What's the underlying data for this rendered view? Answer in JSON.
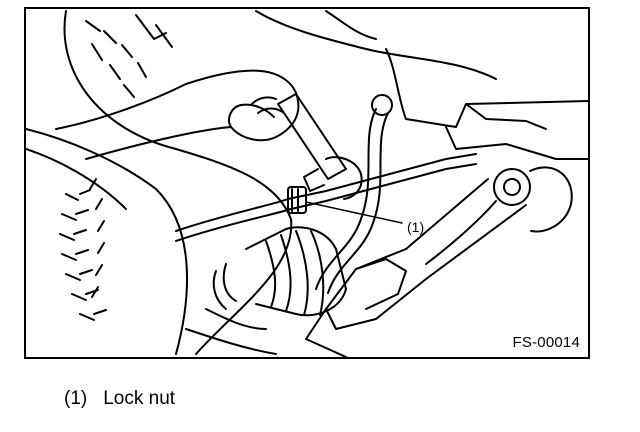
{
  "figure": {
    "code": "FS-00014",
    "callout": "(1)"
  },
  "legend": [
    {
      "num": "(1)",
      "label": "Lock nut"
    }
  ],
  "colors": {
    "line": "#000000",
    "background": "#ffffff"
  },
  "icons": [
    "tire-illustration",
    "hand-illustration",
    "wrench-illustration",
    "tie-rod-illustration",
    "suspension-arm-illustration",
    "boot-illustration"
  ]
}
